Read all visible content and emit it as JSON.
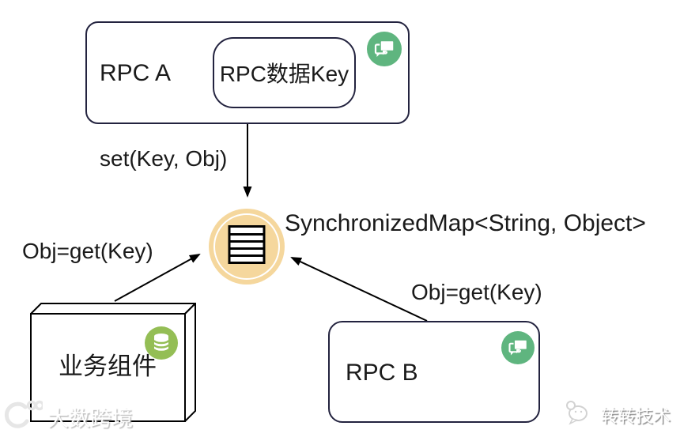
{
  "nodes": {
    "rpc_a": {
      "label": "RPC A",
      "key_box_label": "RPC数据Key",
      "badge_icon": "chat-icon"
    },
    "sync_map": {
      "label": "SynchronizedMap<String, Object>",
      "icon": "document-list-icon"
    },
    "business": {
      "label": "业务组件",
      "badge_icon": "database-icon"
    },
    "rpc_b": {
      "label": "RPC B",
      "badge_icon": "chat-icon"
    }
  },
  "edges": [
    {
      "from": "RPC A",
      "to": "SynchronizedMap",
      "label": "set(Key, Obj)"
    },
    {
      "from": "业务组件",
      "to": "SynchronizedMap",
      "label": "Obj=get(Key)"
    },
    {
      "from": "RPC B",
      "to": "SynchronizedMap",
      "label": "Obj=get(Key)"
    }
  ],
  "watermarks": {
    "bottom_left": "大数跨境",
    "bottom_right": "转转技术"
  },
  "colors": {
    "node_border": "#23233f",
    "arrow": "#000000",
    "map_circle_fill": "#f5d79d",
    "chat_icon_green": "#5fb57f",
    "database_icon_green": "#94be55",
    "text": "#1a1a1a"
  }
}
